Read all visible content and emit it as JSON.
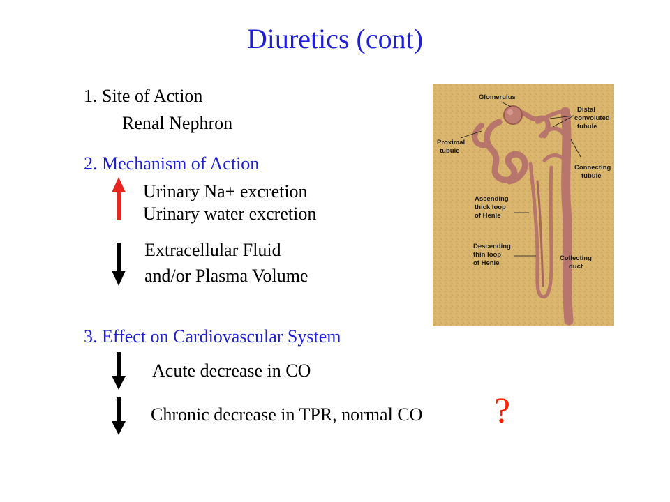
{
  "slide": {
    "title": "Diuretics (cont)",
    "section1": {
      "heading": "1. Site of Action",
      "detail": "Renal Nephron"
    },
    "section2": {
      "heading": "2. Mechanism of Action",
      "up_items": [
        "Urinary Na+ excretion",
        "Urinary water excretion"
      ],
      "down_items": [
        "Extracellular Fluid",
        "and/or Plasma Volume"
      ]
    },
    "section3": {
      "heading": "3. Effect on Cardiovascular System",
      "effect_acute": "Acute decrease in CO",
      "effect_chronic": "Chronic decrease in TPR, normal CO",
      "question_mark": "?"
    },
    "figure": {
      "labels": {
        "glomerulus": "Glomerulus",
        "distal_1": "Distal",
        "distal_2": "convoluted",
        "distal_3": "tubule",
        "proximal_1": "Proximal",
        "proximal_2": "tubule",
        "connecting_1": "Connecting",
        "connecting_2": "tubule",
        "ascending_1": "Ascending",
        "ascending_2": "thick loop",
        "ascending_3": "of Henle",
        "descending_1": "Descending",
        "descending_2": "thin loop",
        "descending_3": "of Henle",
        "collecting_1": "Collecting",
        "collecting_2": "duct"
      }
    },
    "colors": {
      "heading": "#1f1fd6",
      "up_arrow": "#e8261f",
      "down_arrow": "#000000",
      "question_mark": "#ff2200",
      "figure_bg": "#d9b56d",
      "tubule": "#b8756b"
    }
  }
}
